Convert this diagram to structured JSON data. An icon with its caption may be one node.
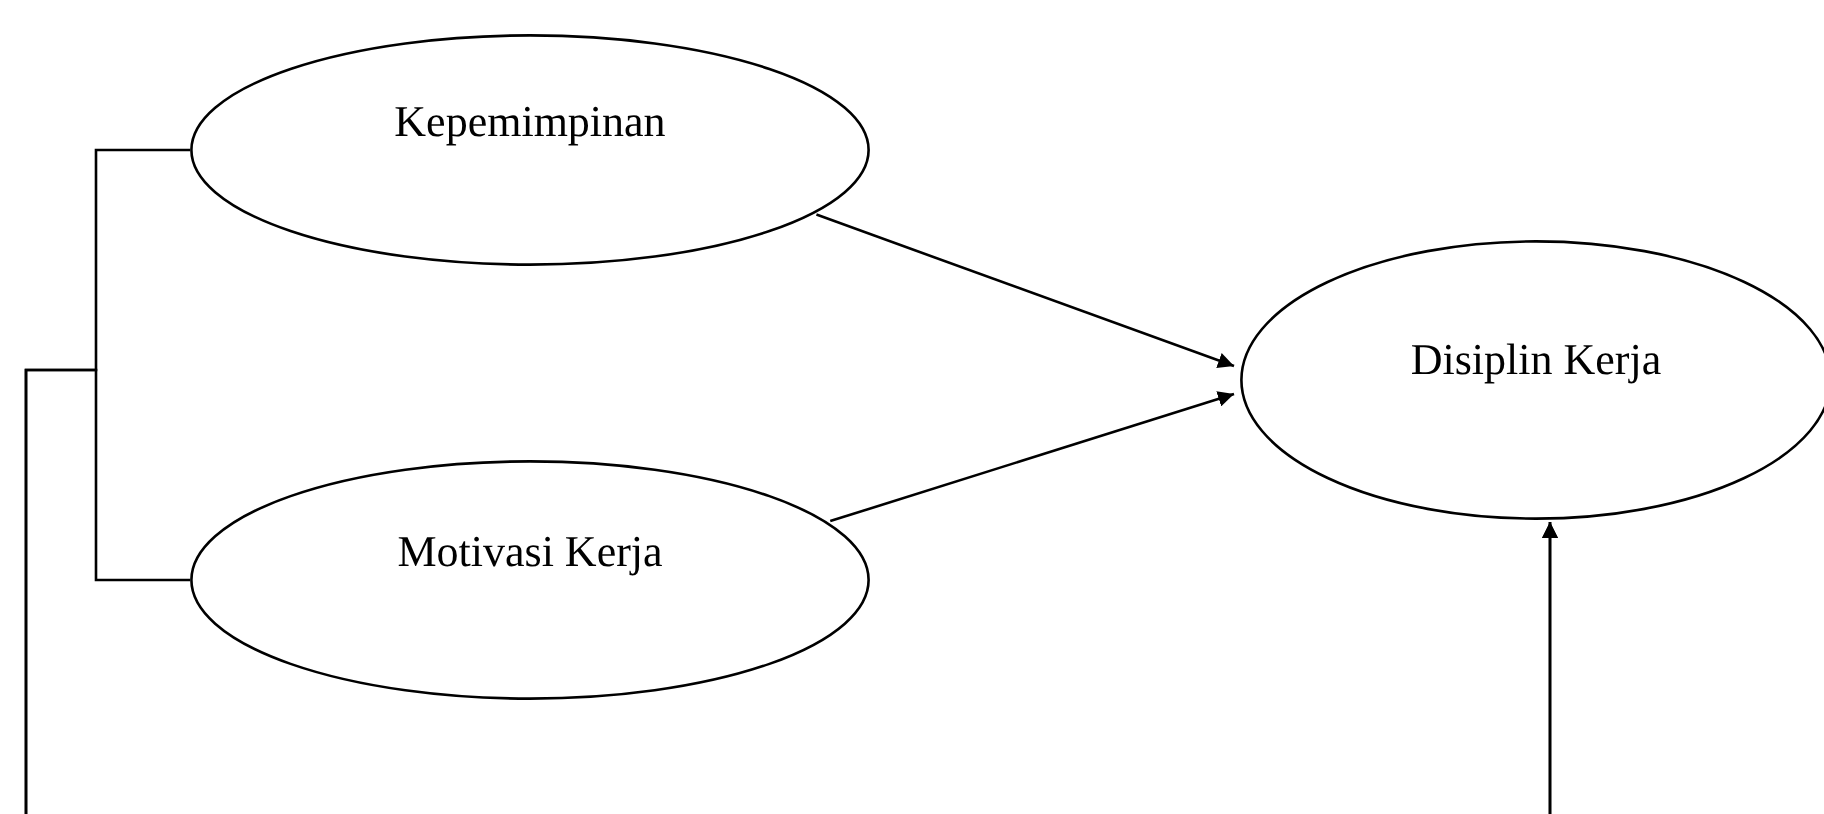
{
  "diagram": {
    "nodes": [
      {
        "text": [
          "Kepemimpinan"
        ]
      },
      {
        "text": [
          "Motivasi Kerja"
        ]
      },
      {
        "text": [
          "Disiplin Kerja"
        ]
      }
    ],
    "edges": [
      {
        "from": 0,
        "to": 2,
        "arrow": "to"
      },
      {
        "from": 1,
        "to": 2,
        "arrow": "to"
      },
      {
        "from": 0,
        "to": 2,
        "arrow": "to"
      },
      {
        "from": 1,
        "to": 2,
        "arrow": "to"
      }
    ]
  }
}
